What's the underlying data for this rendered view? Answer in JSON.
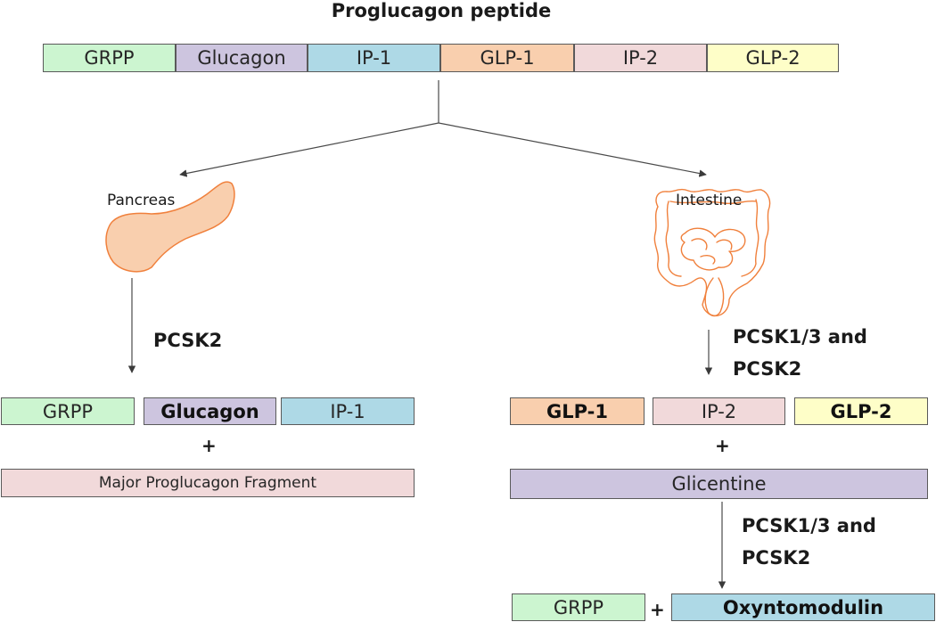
{
  "title": "Proglucagon peptide",
  "proglucagon": [
    {
      "label": "GRPP",
      "color": "#ccf5d0"
    },
    {
      "label": "Glucagon",
      "color": "#cdc5df"
    },
    {
      "label": "IP-1",
      "color": "#aed9e6"
    },
    {
      "label": "GLP-1",
      "color": "#f9cfae"
    },
    {
      "label": "IP-2",
      "color": "#f1d9da"
    },
    {
      "label": "GLP-2",
      "color": "#fefec8"
    }
  ],
  "pancreas": {
    "label": "Pancreas",
    "enzyme": [
      "PCSK2"
    ],
    "products": [
      {
        "label": "GRPP",
        "color": "#ccf5d0"
      },
      {
        "label": "Glucagon",
        "color": "#cdc5df"
      },
      {
        "label": "IP-1",
        "color": "#aed9e6"
      }
    ],
    "plus": "+",
    "fragment": "Major Proglucagon Fragment"
  },
  "intestine": {
    "label": "Intestine",
    "enzyme": [
      "PCSK1/3 and",
      "PCSK2"
    ],
    "products": [
      {
        "label": "GLP-1",
        "color": "#f9cfae"
      },
      {
        "label": "IP-2",
        "color": "#f1d9da"
      },
      {
        "label": "GLP-2",
        "color": "#fefec8"
      }
    ],
    "plus": "+",
    "glicentine": "Glicentine",
    "enzyme2": [
      "PCSK1/3 and",
      "PCSK2"
    ],
    "final": [
      {
        "label": "GRPP",
        "color": "#ccf5d0"
      },
      {
        "label": "Oxyntomodulin",
        "color": "#aed9e6"
      }
    ],
    "final_plus": "+"
  },
  "colors": {
    "fragment": "#f1d9da",
    "glicentine": "#cdc5df",
    "organ": "#f9cfae",
    "organ_outline": "#f0803c"
  }
}
